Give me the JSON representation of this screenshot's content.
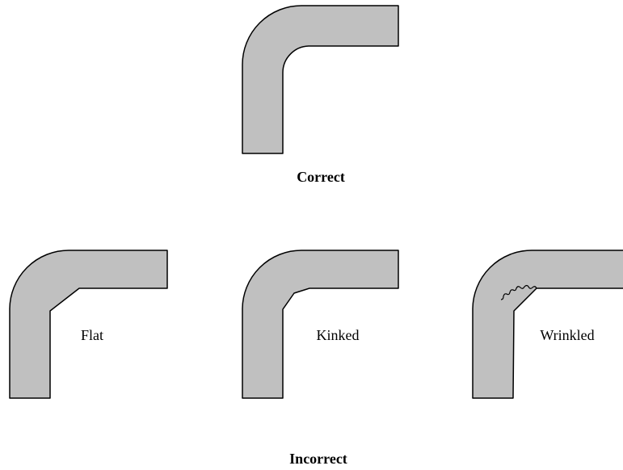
{
  "colors": {
    "bend_fill": "#c0c0c0",
    "outline": "#000000",
    "background": "#ffffff"
  },
  "correct_section": {
    "label": "Correct"
  },
  "incorrect_section": {
    "label": "Incorrect",
    "examples": [
      {
        "label": "Flat"
      },
      {
        "label": "Kinked"
      },
      {
        "label": "Wrinkled"
      }
    ]
  }
}
